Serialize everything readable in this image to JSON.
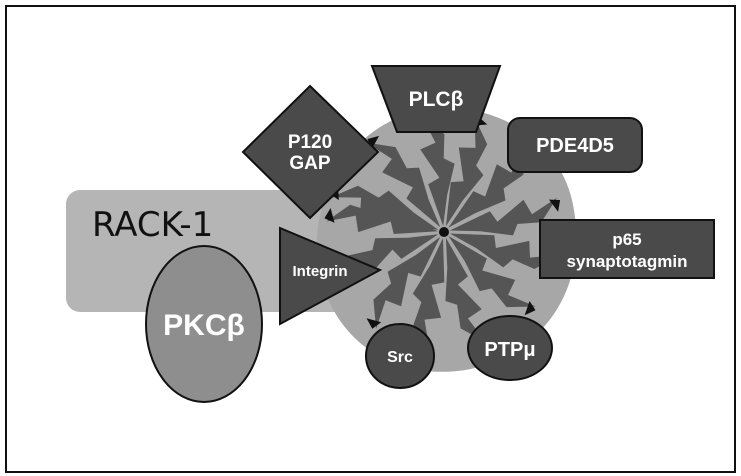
{
  "diagram": {
    "scaffold_label": "RACK-1",
    "hub_label": "PKCβ",
    "partners": {
      "plc": "PLCβ",
      "p120_line1": "P120",
      "p120_line2": "GAP",
      "pde": "PDE4D5",
      "syt_line1": "p65",
      "syt_line2": "synaptotagmin",
      "integrin": "Integrin",
      "src": "Src",
      "ptp": "PTPμ"
    }
  },
  "colors": {
    "frame": "#111111",
    "rack_band": "#b5b5b5",
    "wheel": "#a7a7a7",
    "blade": "#555555",
    "partner_fill": "#4a4a4a",
    "pkc_fill": "#8e8e8e",
    "text_white": "#ffffff",
    "text_dark": "#111111"
  }
}
